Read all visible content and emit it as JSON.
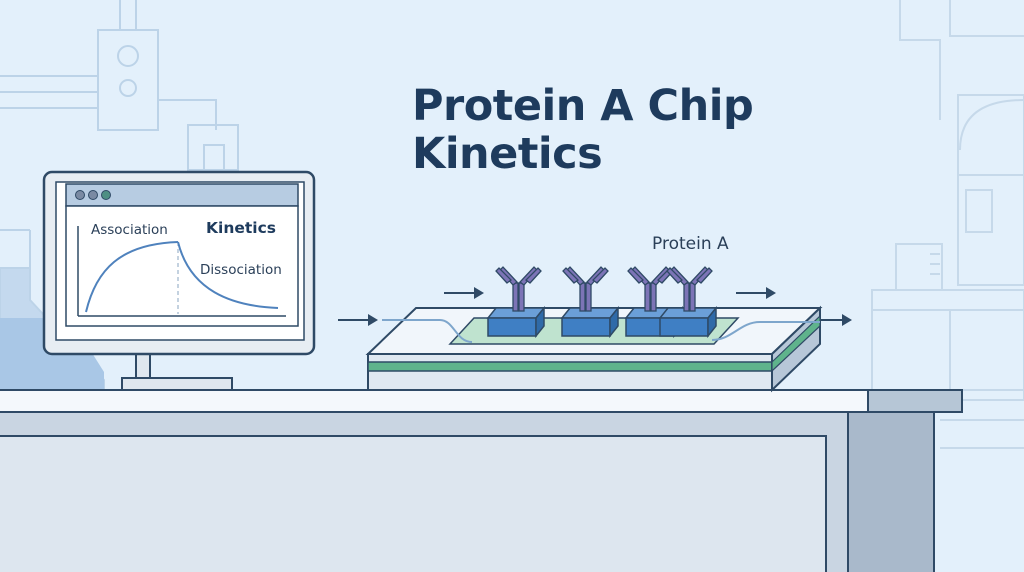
{
  "title": {
    "line1": "Protein A Chip",
    "line2": "Kinetics"
  },
  "monitor": {
    "heading": "Kinetics",
    "association_label": "Association",
    "dissociation_label": "Dissociation",
    "window_dots": [
      "#7a8aa3",
      "#7a8aa3",
      "#4e8f84"
    ]
  },
  "chip": {
    "label": "Protein A"
  },
  "colors": {
    "background": "#e3f0fb",
    "outline": "#2f4a66",
    "title": "#1e3b5d",
    "block_blue": "#3f7fc4",
    "antibody_purple": "#7c74b6",
    "chip_green": "#5fb38c",
    "flow_arrow": "#2f4a66"
  }
}
